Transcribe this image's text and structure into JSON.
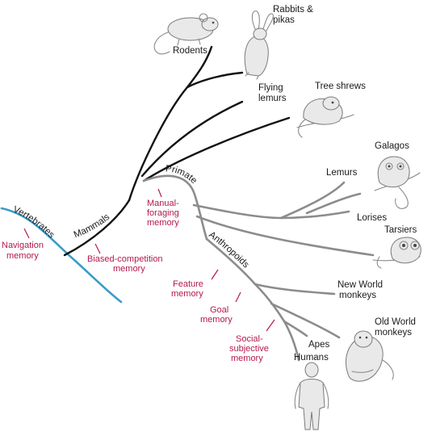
{
  "colors": {
    "vertebrate_branch": "#3a9bc8",
    "mammal_branch": "#111111",
    "primate_branch": "#8c8c8c",
    "memory_text": "#b5184a"
  },
  "icons": [
    "rat-icon",
    "rabbit-icon",
    "tree-shrew-icon",
    "galago-icon",
    "tarsier-icon",
    "monkey-icon",
    "human-icon"
  ],
  "branches": {
    "vertebrates": "Vertebrates",
    "mammals": "Mammals",
    "primates": "Primates",
    "anthropoids": "Anthropoids"
  },
  "taxa": {
    "rodents": "Rodents",
    "rabbits_line1": "Rabbits &",
    "rabbits_line2": "pikas",
    "flying_line1": "Flying",
    "flying_line2": "lemurs",
    "tree_shrews": "Tree shrews",
    "galagos": "Galagos",
    "lemurs": "Lemurs",
    "lorises": "Lorises",
    "tarsiers": "Tarsiers",
    "nwm_line1": "New World",
    "nwm_line2": "monkeys",
    "owm_line1": "Old World",
    "owm_line2": "monkeys",
    "apes": "Apes",
    "humans": "Humans"
  },
  "memories": {
    "navigation_line1": "Navigation",
    "navigation_line2": "memory",
    "biased_line1": "Biased-competition",
    "biased_line2": "memory",
    "manual_line1": "Manual-",
    "manual_line2": "foraging",
    "manual_line3": "memory",
    "feature_line1": "Feature",
    "feature_line2": "memory",
    "goal_line1": "Goal",
    "goal_line2": "memory",
    "social_line1": "Social-",
    "social_line2": "subjective",
    "social_line3": "memory"
  }
}
